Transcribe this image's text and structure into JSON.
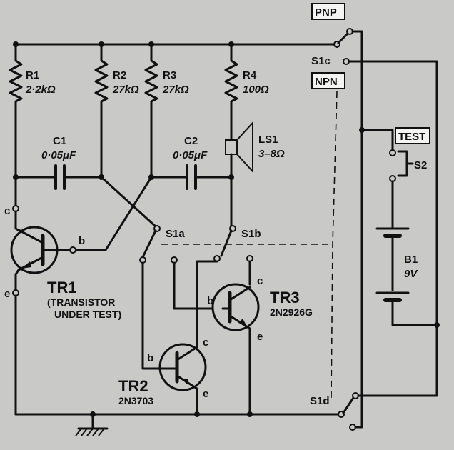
{
  "switches": {
    "pnp": "PNP",
    "npn": "NPN",
    "test": "TEST",
    "s1a": "S1a",
    "s1b": "S1b",
    "s1c": "S1c",
    "s1d": "S1d",
    "s2": "S2"
  },
  "resistors": [
    {
      "ref": "R1",
      "value": "2·2kΩ"
    },
    {
      "ref": "R2",
      "value": "27kΩ"
    },
    {
      "ref": "R3",
      "value": "27kΩ"
    },
    {
      "ref": "R4",
      "value": "100Ω"
    }
  ],
  "capacitors": [
    {
      "ref": "C1",
      "value": "0·05μF"
    },
    {
      "ref": "C2",
      "value": "0·05μF"
    }
  ],
  "speaker": {
    "ref": "LS1",
    "value": "3–8Ω"
  },
  "battery": {
    "ref": "B1",
    "value": "9V"
  },
  "transistors": {
    "tr1": {
      "ref": "TR1",
      "note_line1": "(TRANSISTOR",
      "note_line2": "UNDER TEST)"
    },
    "tr2": {
      "ref": "TR2",
      "part": "2N3703"
    },
    "tr3": {
      "ref": "TR3",
      "part": "2N2926G"
    }
  },
  "pins": {
    "b": "b",
    "c": "c",
    "e": "e"
  }
}
